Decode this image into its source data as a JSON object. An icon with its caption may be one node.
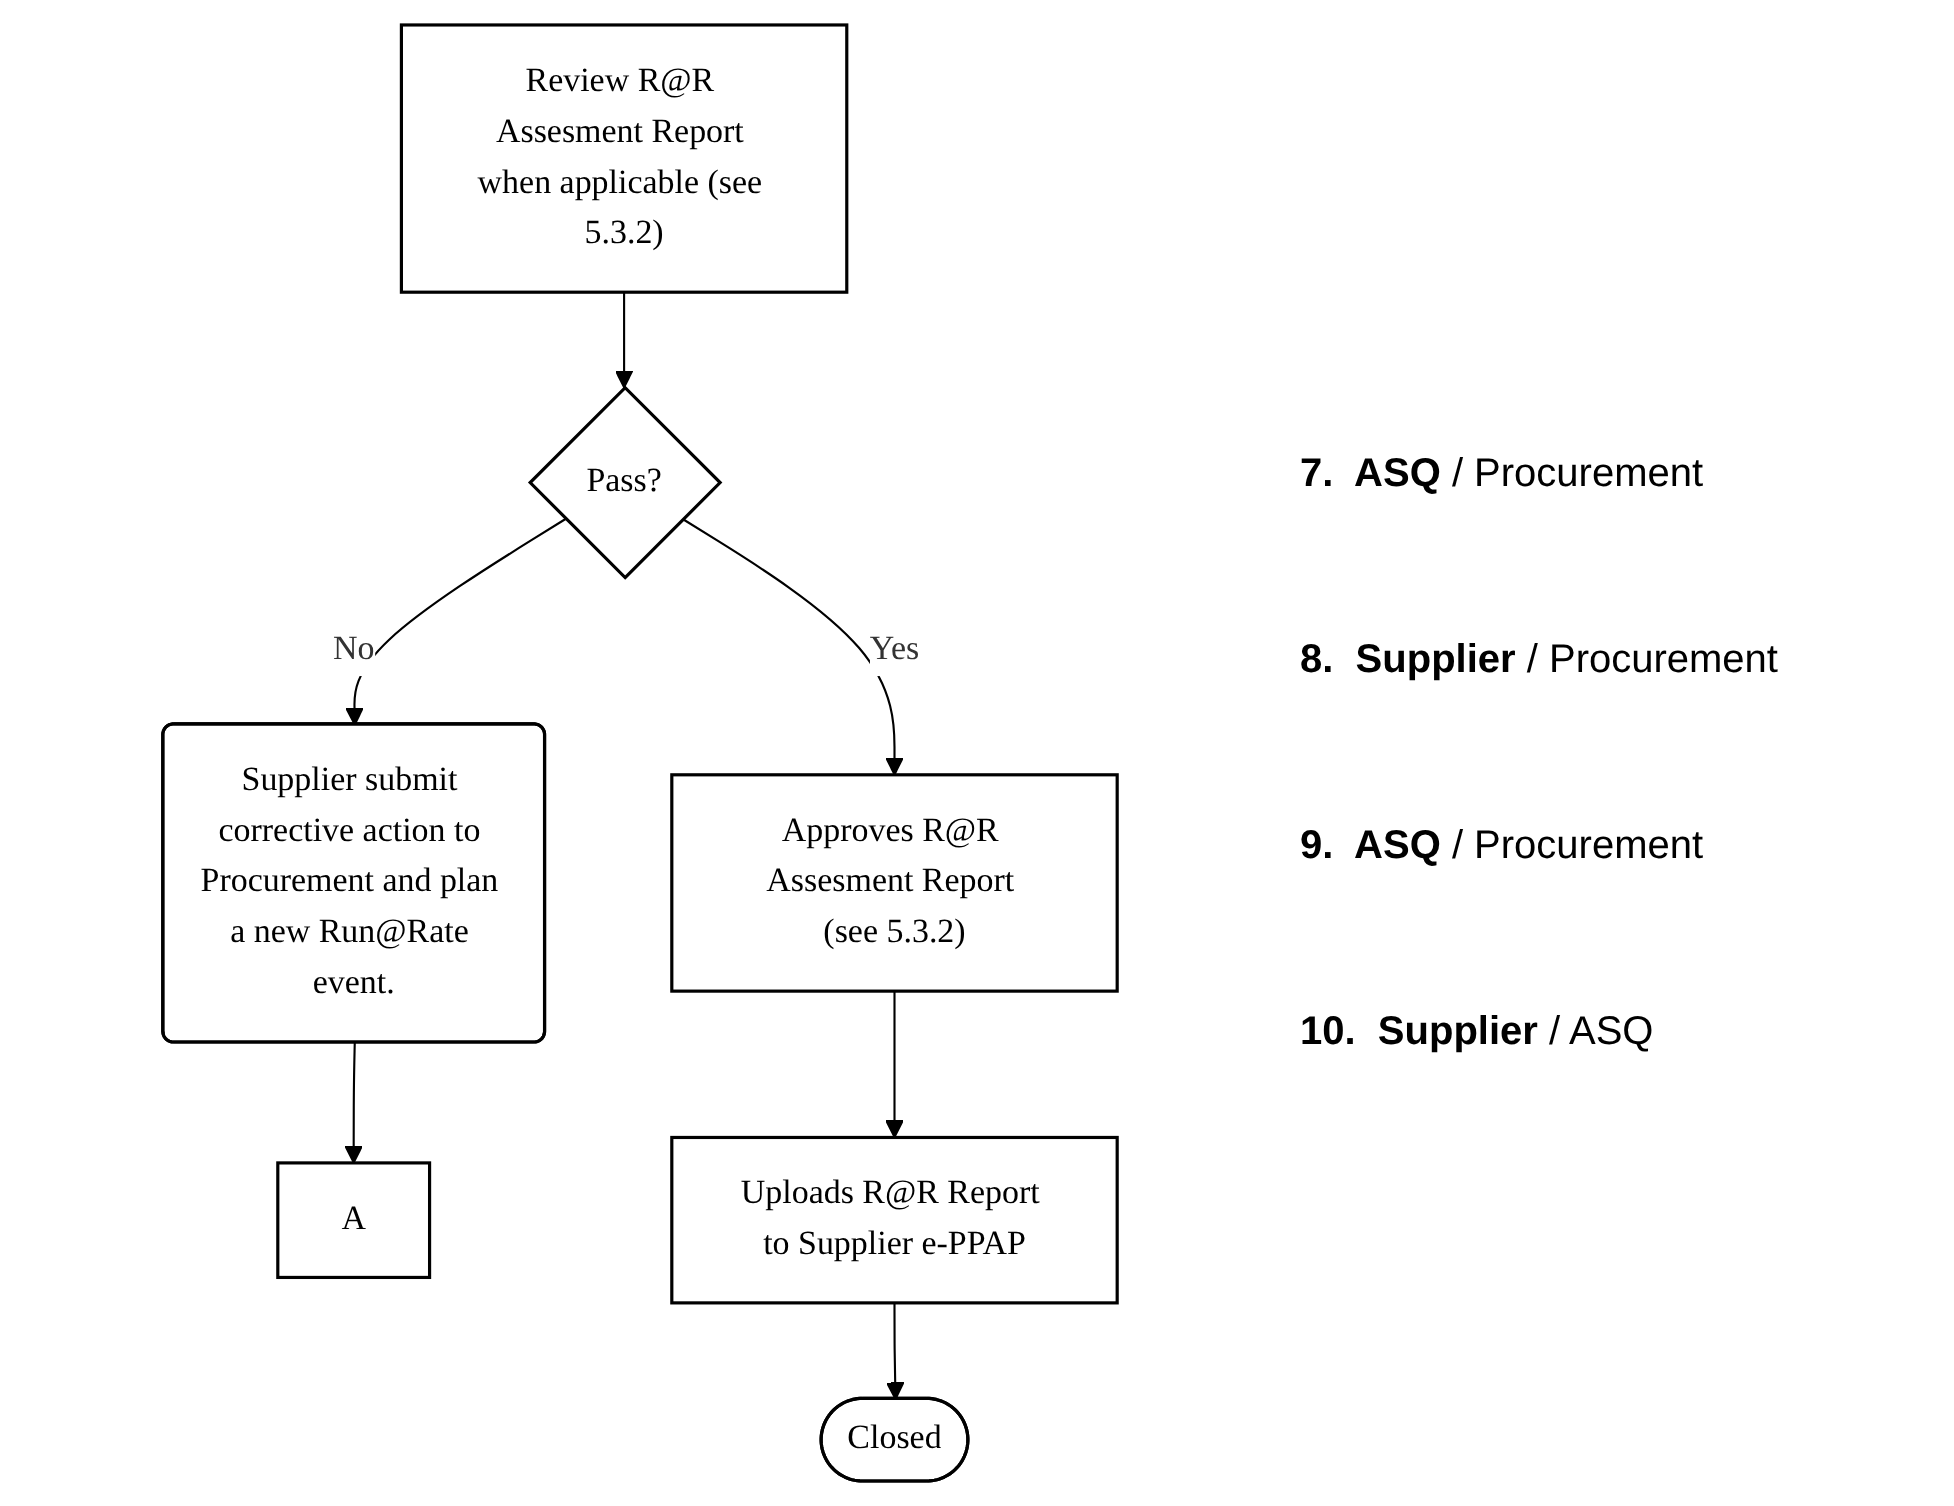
{
  "diagram": {
    "nodes": [
      {
        "text": [
          "Review R@R Assesment Report when applicable (see 5.3.2)"
        ]
      },
      {
        "text": [
          "Pass?"
        ]
      },
      {
        "text": [
          "Supplier submit corrective action to Procurement and plan a new Run@Rate event."
        ]
      },
      {
        "text": [
          "A"
        ]
      },
      {
        "text": [
          "Approves R@R Assesment Report (see 5.3.2)"
        ]
      },
      {
        "text": [
          "Uploads R@R Report to Supplier e-PPAP"
        ]
      },
      {
        "text": [
          "Closed"
        ]
      }
    ],
    "edges": [
      {
        "from": 0,
        "to": 1,
        "arrow": "to"
      },
      {
        "from": 1,
        "to": 2,
        "arrow": "to",
        "label": "No"
      },
      {
        "from": 2,
        "to": 3,
        "arrow": "to"
      },
      {
        "from": 1,
        "to": 4,
        "arrow": "to",
        "label": "Yes"
      },
      {
        "from": 4,
        "to": 5,
        "arrow": "to"
      },
      {
        "from": 5,
        "to": 6,
        "arrow": "to"
      }
    ],
    "labels": [
      "**7.  ASQ** / Procurement",
      "**8.  Supplier** / Procurement",
      "**9.  ASQ** / Procurement",
      "**10.  Supplier** / ASQ"
    ]
  }
}
